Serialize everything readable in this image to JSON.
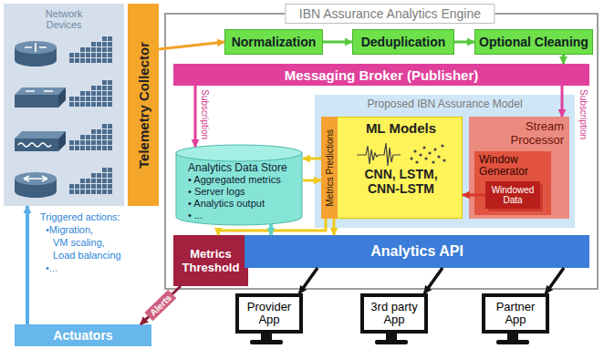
{
  "diagram": {
    "nodes": [
      {
        "text": [
          "Network Devices"
        ]
      },
      {
        "text": [
          "Telemetry Collector"
        ]
      },
      {
        "text": [
          "IBN Assurance Analytics Engine"
        ]
      },
      {
        "text": [
          "Normalization"
        ],
        "in": 2
      },
      {
        "text": [
          "Deduplication"
        ],
        "in": 2
      },
      {
        "text": [
          "Optional Cleaning"
        ],
        "in": 2
      },
      {
        "text": [
          "Messaging Broker (Publisher)"
        ],
        "in": 2
      },
      {
        "text": [
          "Proposed IBN Assurance Model"
        ],
        "in": 2
      },
      {
        "text": [
          "Analytics Data Store",
          "• Aggregated metrics",
          "• Server logs",
          "• Analytics output",
          "• ..."
        ],
        "in": 2
      },
      {
        "text": [
          "ML Models",
          "CNN, LSTM, CNN-LSTM"
        ],
        "in": 7
      },
      {
        "text": [
          "Metrics Predictions"
        ],
        "in": 9
      },
      {
        "text": [
          "Stream Processor"
        ],
        "in": 7
      },
      {
        "text": [
          "Window Generator"
        ],
        "in": 11
      },
      {
        "text": [
          "Windowed Data"
        ],
        "in": 12
      },
      {
        "text": [
          "Metrics Threshold"
        ],
        "in": 2
      },
      {
        "text": [
          "Analytics API"
        ],
        "in": 2
      },
      {
        "text": [
          "Actuators"
        ]
      },
      {
        "text": [
          "Provider App"
        ]
      },
      {
        "text": [
          "3rd party App"
        ]
      },
      {
        "text": [
          "Partner App"
        ]
      }
    ],
    "edges": [
      {
        "from": 1,
        "to": 3,
        "arrow": "to"
      },
      {
        "from": 3,
        "to": 4,
        "arrow": "to"
      },
      {
        "from": 4,
        "to": 5,
        "arrow": "to"
      },
      {
        "from": 5,
        "to": 6,
        "arrow": "to"
      },
      {
        "from": 6,
        "to": 8,
        "arrow": "to",
        "label": "Subscription"
      },
      {
        "from": 6,
        "to": 11,
        "arrow": "to",
        "label": "Subscription"
      },
      {
        "from": 13,
        "to": 9,
        "arrow": "to"
      },
      {
        "from": 10,
        "to": 8,
        "arrow": "to"
      },
      {
        "from": 8,
        "to": 9,
        "arrow": "to"
      },
      {
        "from": 10,
        "to": 14,
        "arrow": "to"
      },
      {
        "from": 10,
        "to": 15,
        "arrow": "to"
      },
      {
        "from": 8,
        "to": 15,
        "arrow": "to"
      },
      {
        "from": 14,
        "to": 16,
        "arrow": "to",
        "label": "Alerts"
      },
      {
        "from": 16,
        "to": 0,
        "arrow": "to"
      },
      {
        "from": 15,
        "to": 17,
        "arrow": "to"
      },
      {
        "from": 15,
        "to": 18,
        "arrow": "to"
      },
      {
        "from": 15,
        "to": 19,
        "arrow": "to"
      }
    ],
    "labels": [
      "Triggered actions:",
      "•Migration,",
      "VM scaling,",
      "Load balancing",
      "•..."
    ]
  }
}
